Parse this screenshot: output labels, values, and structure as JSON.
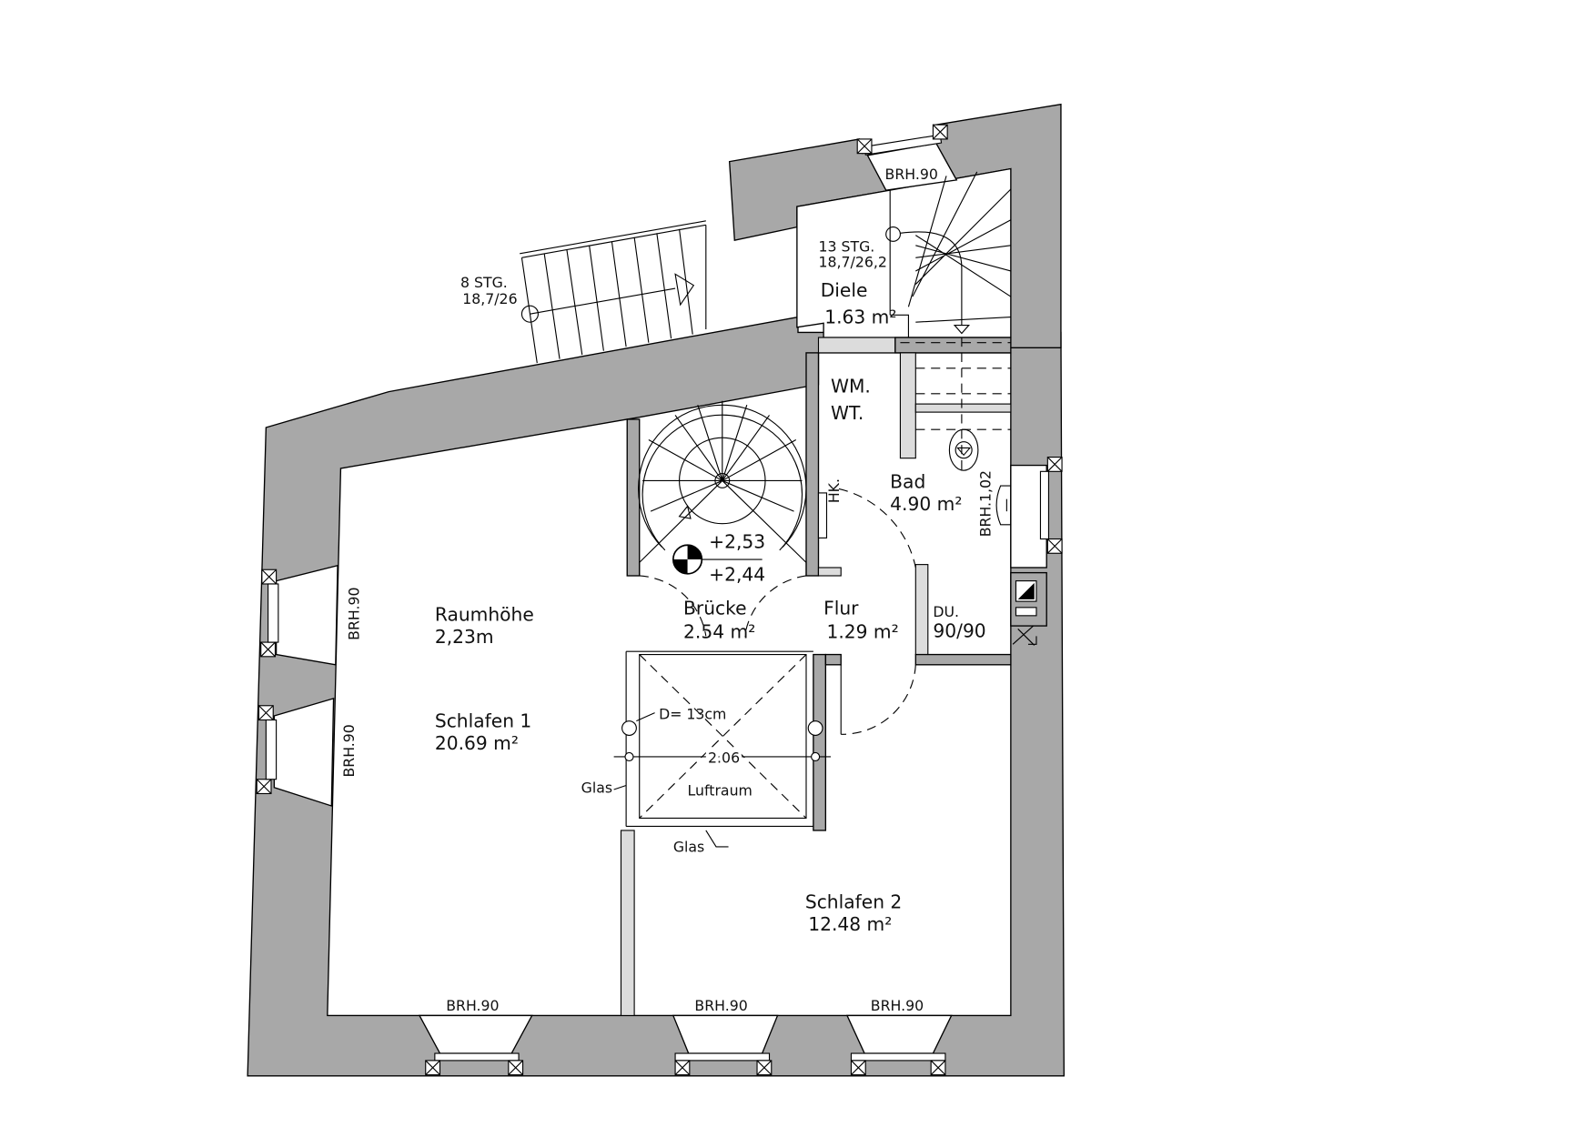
{
  "title": "Grundriss Dachgeschoss",
  "colors": {
    "wall": "#a8a8a8",
    "light_wall": "#dcdcdc",
    "line": "#000000"
  },
  "stairs": {
    "main": {
      "steps": "8 STG.",
      "ratio": "18,7/26"
    },
    "upper": {
      "steps": "13 STG.",
      "ratio": "18,7/26,2"
    }
  },
  "rooms": {
    "diele": {
      "name": "Diele",
      "area": "1.63 m²"
    },
    "wm": {
      "line1": "WM.",
      "line2": "WT."
    },
    "bad": {
      "name": "Bad",
      "area": "4.90 m²"
    },
    "bruecke": {
      "name": "Brücke",
      "area": "2.54 m²"
    },
    "flur": {
      "name": "Flur",
      "area": "1.29 m²"
    },
    "du": {
      "name": "DU.",
      "size": "90/90"
    },
    "schlafen1": {
      "height_label": "Raumhöhe",
      "height": "2,23m",
      "name": "Schlafen 1",
      "area": "20.69 m²"
    },
    "schlafen2": {
      "name": "Schlafen 2",
      "area": "12.48 m²"
    },
    "luftraum": {
      "name": "Luftraum",
      "width": "2.06",
      "column": "D= 13cm",
      "glass_left": "Glas",
      "glass_bottom": "Glas"
    }
  },
  "levels": {
    "upper": "+2,53",
    "lower": "+2,44"
  },
  "annotations": {
    "hk": "HK.",
    "brh_top": "BRH.90",
    "brh_bath": "BRH.1,02",
    "brh_left1": "BRH.90",
    "brh_left2": "BRH.90",
    "brh_bottom1": "BRH.90",
    "brh_bottom2": "BRH.90",
    "brh_bottom3": "BRH.90"
  }
}
